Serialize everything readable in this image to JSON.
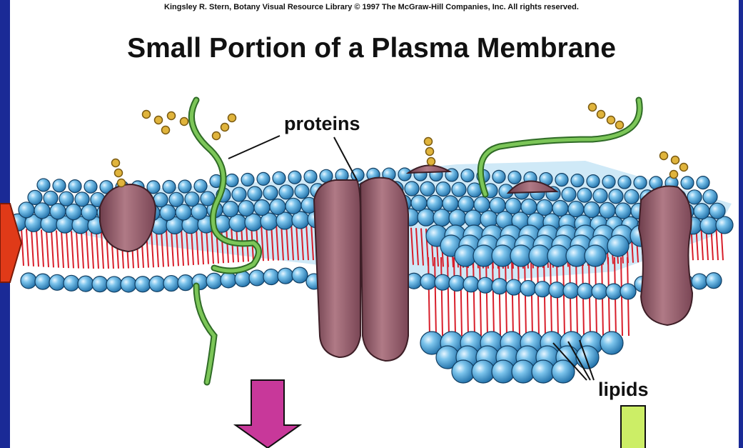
{
  "slide": {
    "copyright": "Kingsley R. Stern, Botany Visual Resource Library © 1997 The McGraw-Hill Companies, Inc. All rights reserved.",
    "title": "Small Portion of a Plasma Membrane"
  },
  "labels": {
    "proteins": "proteins",
    "lipids": "lipids"
  },
  "colors": {
    "frame": "#1a2a96",
    "lipid_head": "#4aa3d8",
    "lipid_tail": "#d81e2a",
    "protein": "#9c6472",
    "carbohydrate_chain": "#6db64a",
    "sugar_bead": "#e0b43c",
    "arrow_left": "#e03a18",
    "arrow_magenta": "#c8389a",
    "arrow_lime": "#ccee66"
  }
}
